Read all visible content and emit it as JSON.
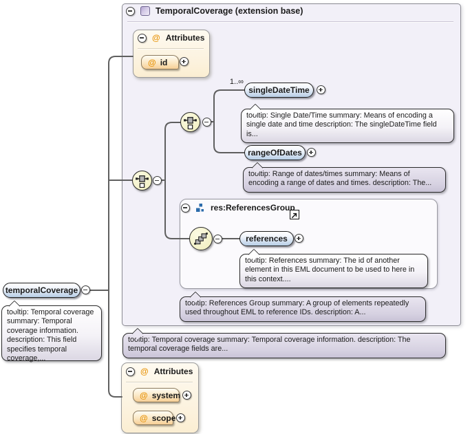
{
  "symbols": {
    "at": "@"
  },
  "root": {
    "label": "temporalCoverage",
    "tooltip": "tooltip: Temporal coverage summary: Temporal coverage information. description: This field specifies temporal coverage,..."
  },
  "container": {
    "title": "TemporalCoverage (extension base)",
    "tooltip": "tooltip: Temporal coverage summary: Temporal coverage information. description: The temporal coverage fields are...",
    "attributes": {
      "title": "Attributes",
      "items": [
        {
          "name": "id"
        }
      ]
    },
    "sequence": {
      "elements": [
        {
          "name": "singleDateTime",
          "cardinality": "1..∞",
          "tooltip": "tooltip: Single Date/Time summary: Means of encoding a single date and time description: The singleDateTime field is..."
        },
        {
          "name": "rangeOfDates",
          "tooltip": "tooltip: Range of dates/times summary: Means of encoding a range of dates and times. description: The..."
        }
      ]
    },
    "references_group": {
      "title": "res:ReferencesGroup",
      "tooltip": "tooltip: References Group summary: A group of elements repeatedly used throughout EML to reference IDs. description: A...",
      "elements": [
        {
          "name": "references",
          "tooltip": "tooltip: References summary: The id of another element in this EML document to be used to here in this context...."
        }
      ]
    }
  },
  "attributes_bottom": {
    "title": "Attributes",
    "items": [
      {
        "name": "system"
      },
      {
        "name": "scope"
      }
    ]
  }
}
